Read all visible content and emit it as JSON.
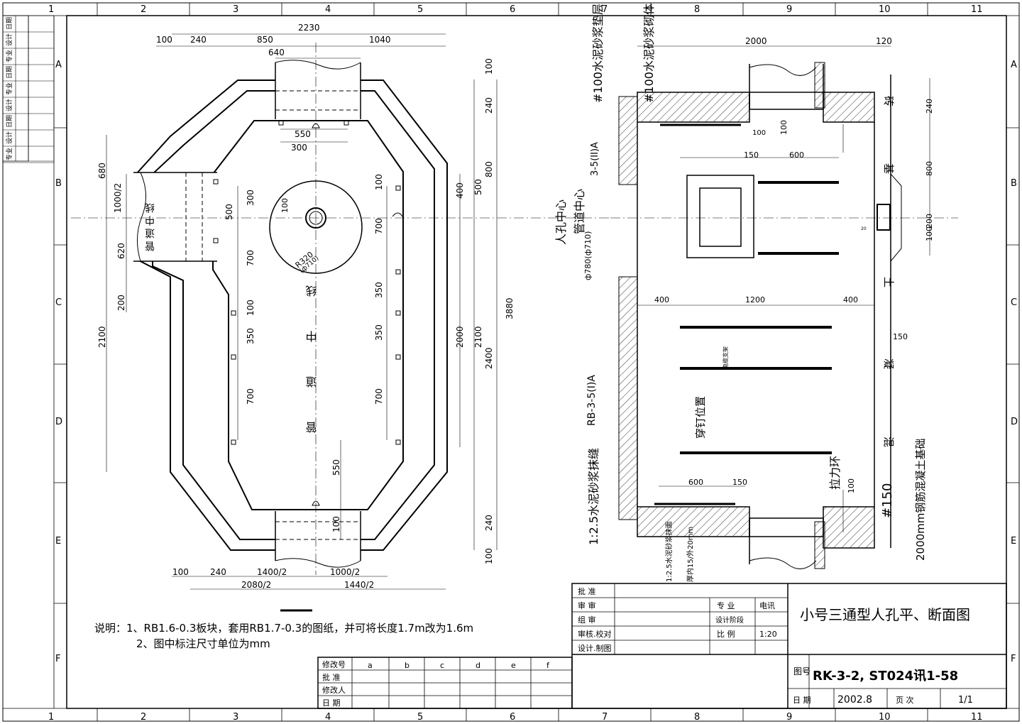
{
  "frame": {
    "col_numbers": [
      "1",
      "2",
      "3",
      "4",
      "5",
      "6",
      "7",
      "8",
      "9",
      "10",
      "11"
    ],
    "row_letters": [
      "A",
      "B",
      "C",
      "D",
      "E",
      "F"
    ]
  },
  "left_strip": [
    "日期",
    "设计",
    "专业",
    "日期",
    "专业",
    "设计",
    "日期",
    "设计",
    "专业"
  ],
  "plan": {
    "top_dims": [
      "100",
      "240",
      "850",
      "2230",
      "1040",
      "640"
    ],
    "bottom_dims": [
      "100",
      "240",
      "1400/2",
      "1000/2",
      "2080/2",
      "1440/2"
    ],
    "inner_dims": [
      "550",
      "300",
      "300",
      "500",
      "700",
      "100",
      "350",
      "700",
      "100",
      "700",
      "350",
      "350",
      "700",
      "550",
      "100",
      "400",
      "500"
    ],
    "left_dims": [
      "680",
      "620",
      "200",
      "2100"
    ],
    "right_dims": [
      "100",
      "240",
      "800",
      "2000",
      "2100",
      "2400",
      "3880",
      "240",
      "100"
    ],
    "center_line_label": "管道中线",
    "side_pipe_label": "管道中线",
    "pipe_label": "1000/2",
    "manhole_radius": "R320",
    "manhole_radius_sub": "(ф710)",
    "manhole_dim": "100"
  },
  "section": {
    "top_dim": "2000",
    "top_dim_right": "120",
    "labels": [
      "#100水泥砂浆砌体",
      "#100水泥砂浆垫层",
      "3-5(II)A",
      "人孔中心",
      "管道中心",
      "ф780(ф710)",
      "RB-3-5(I)A",
      "1:2.5水泥砂浆抹缝",
      "1:2.5水泥砂浆抹面",
      "厚内15/外20mm",
      "拉力环",
      "2000mm钢筋混凝土基础",
      "#150",
      "电缆支架",
      "穿钉位置",
      "砖",
      "基",
      "土",
      "凝",
      "混"
    ],
    "dims": [
      "100",
      "100",
      "150",
      "600",
      "400",
      "1200",
      "400",
      "600",
      "150",
      "240",
      "800",
      "100",
      "200",
      "20",
      "150",
      "100"
    ]
  },
  "notes": {
    "line1": "说明：1、RB1.6-0.3板块，套用RB1.7-0.3的图纸，并可将长度1.7m改为1.6m",
    "line2": "2、图中标注尺寸单位为mm"
  },
  "title_block": {
    "roles": [
      "批  准",
      "审  审",
      "组  审",
      "审核.校对",
      "设计.制图"
    ],
    "spec_label": "专  业",
    "spec_value": "电讯",
    "stage_label": "设计阶段",
    "scale_label": "比  例",
    "scale_value": "1:20",
    "title": "小号三通型人孔平、断面图",
    "drawing_no_label": "图号",
    "drawing_no": "RK-3-2, ST024讯1-58",
    "date_label": "日  期",
    "date_value": "2002.8",
    "page_label": "页  次",
    "page_value": "1/1"
  },
  "revision": {
    "row_labels": [
      "修改号",
      "批  准",
      "修改人",
      "日  期"
    ],
    "cols": [
      "a",
      "b",
      "c",
      "d",
      "e",
      "f"
    ]
  }
}
